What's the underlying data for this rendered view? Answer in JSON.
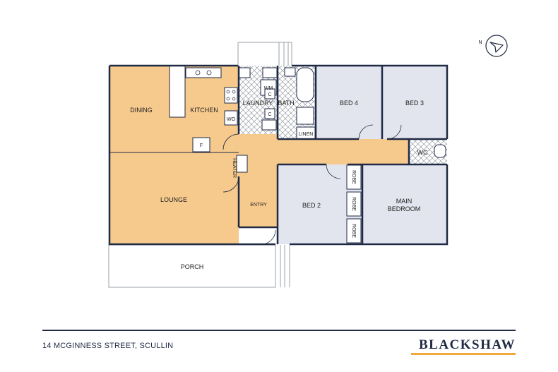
{
  "colors": {
    "living": "#f6c98d",
    "bedroom": "#e3e5ee",
    "wall": "#1f2a44",
    "outline": "#9aa0aa",
    "brand_bar": "#f2a93b"
  },
  "rooms": {
    "dining": "DINING",
    "kitchen": "KITCHEN",
    "laundry": "LAUNDRY",
    "bath": "BATH",
    "bed4": "BED 4",
    "bed3": "BED 3",
    "wc": "WC",
    "lounge": "LOUNGE",
    "entry": "ENTRY",
    "bed2": "BED 2",
    "main_bedroom_line1": "MAIN",
    "main_bedroom_line2": "BEDROOM",
    "porch": "PORCH"
  },
  "fixtures": {
    "wo": "WO",
    "wm": "WM",
    "c1": "C",
    "c2": "C",
    "linen": "LINEN",
    "fridge": "F",
    "heater": "HEATER",
    "robe1": "ROBE",
    "robe2": "ROBE",
    "robe3": "ROBE"
  },
  "compass": {
    "label": "N",
    "icon": "north-arrow-icon"
  },
  "footer": {
    "address": "14 MCGINNESS STREET, SCULLIN",
    "brand": "BLACKSHAW"
  }
}
